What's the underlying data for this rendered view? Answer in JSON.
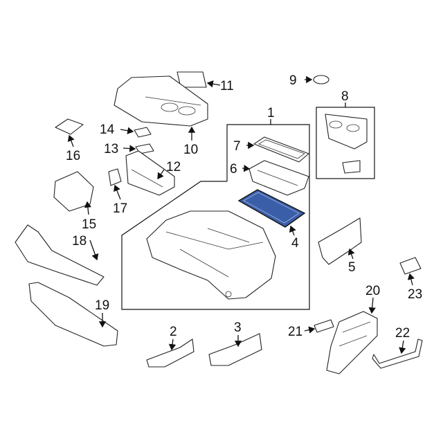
{
  "diagram": {
    "title": "Center console parts diagram",
    "highlight_color": "#3b5ea8",
    "parts": {
      "p1": "1",
      "p2": "2",
      "p3": "3",
      "p4": "4",
      "p5": "5",
      "p6": "6",
      "p7": "7",
      "p8": "8",
      "p9": "9",
      "p10": "10",
      "p11": "11",
      "p12": "12",
      "p13": "13",
      "p14": "14",
      "p15": "15",
      "p16": "16",
      "p17": "17",
      "p18": "18",
      "p19": "19",
      "p20": "20",
      "p21": "21",
      "p22": "22",
      "p23": "23"
    },
    "highlighted_part": "4"
  }
}
